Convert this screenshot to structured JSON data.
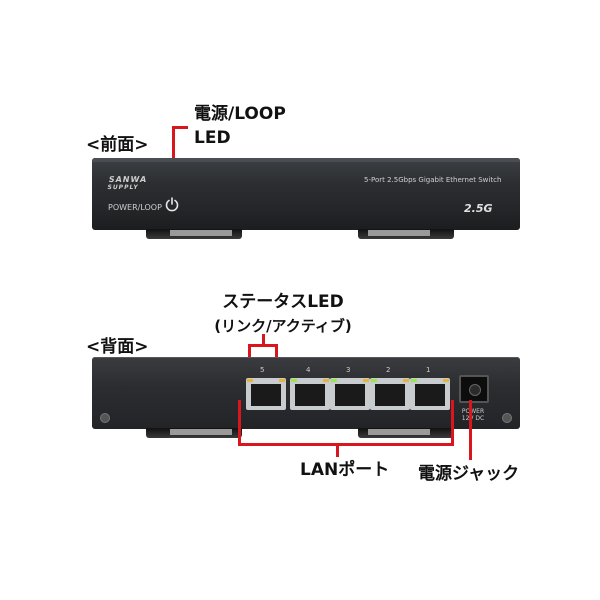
{
  "front": {
    "section_label": "<前面>",
    "callout_line1": "電源/LOOP",
    "callout_line2": "LED",
    "brand_line1": "SANWA",
    "brand_line2": "SUPPLY",
    "power_label": "POWER/LOOP",
    "model_text": "5-Port 2.5Gbps Gigabit Ethernet Switch",
    "speed_badge": "2.5G"
  },
  "back": {
    "section_label": "<背面>",
    "status_callout_line1": "ステータスLED",
    "status_callout_line2": "(リンク/アクティブ)",
    "lan_callout": "LANポート",
    "power_jack_callout": "電源ジャック",
    "port_numbers": [
      "5",
      "4",
      "3",
      "2",
      "1"
    ],
    "power_label_line1": "POWER",
    "power_label_line2": "12V DC"
  },
  "colors": {
    "callout_red": "#d7161e",
    "chassis": "#2b2d30",
    "led_green": "#9be64a",
    "led_amber": "#e5b43a"
  }
}
